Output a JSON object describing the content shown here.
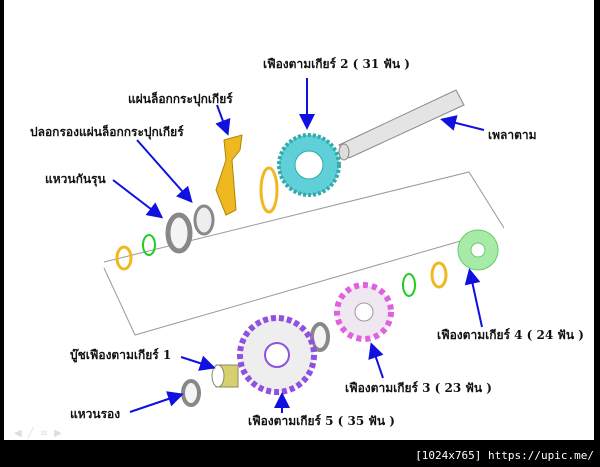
{
  "labels": {
    "gear2": "เฟืองตามเกียร์ 2 ( 31 ฟัน )",
    "lock_plate": "แผ่นล็อกกระปุกเกียร์",
    "lock_plate_collar": "ปลอกรองแผ่นล็อกกระปุกเกียร์",
    "thrust_washer": "แหวนกันรุน",
    "countershaft": "เพลาตาม",
    "gear4": "เฟืองตามเกียร์ 4 ( 24 ฟัน )",
    "gear1_bush": "บู๊ชเฟืองตามเกียร์ 1",
    "washer": "แหวนรอง",
    "gear5": "เฟืองตามเกียร์ 5 ( 35 ฟัน )",
    "gear3": "เฟืองตามเกียร์ 3 ( 23 ฟัน )"
  },
  "watermark": "[1024x765] https://upic.me/",
  "colors": {
    "arrow": "#1010e0",
    "gear2": "#5fd0d8",
    "gear3": "#e060e0",
    "gear4": "#a8eaa8",
    "gear5": "#9050e0",
    "lock": "#f0b820",
    "bush": "#d8d070",
    "clip": "#22cc22"
  }
}
